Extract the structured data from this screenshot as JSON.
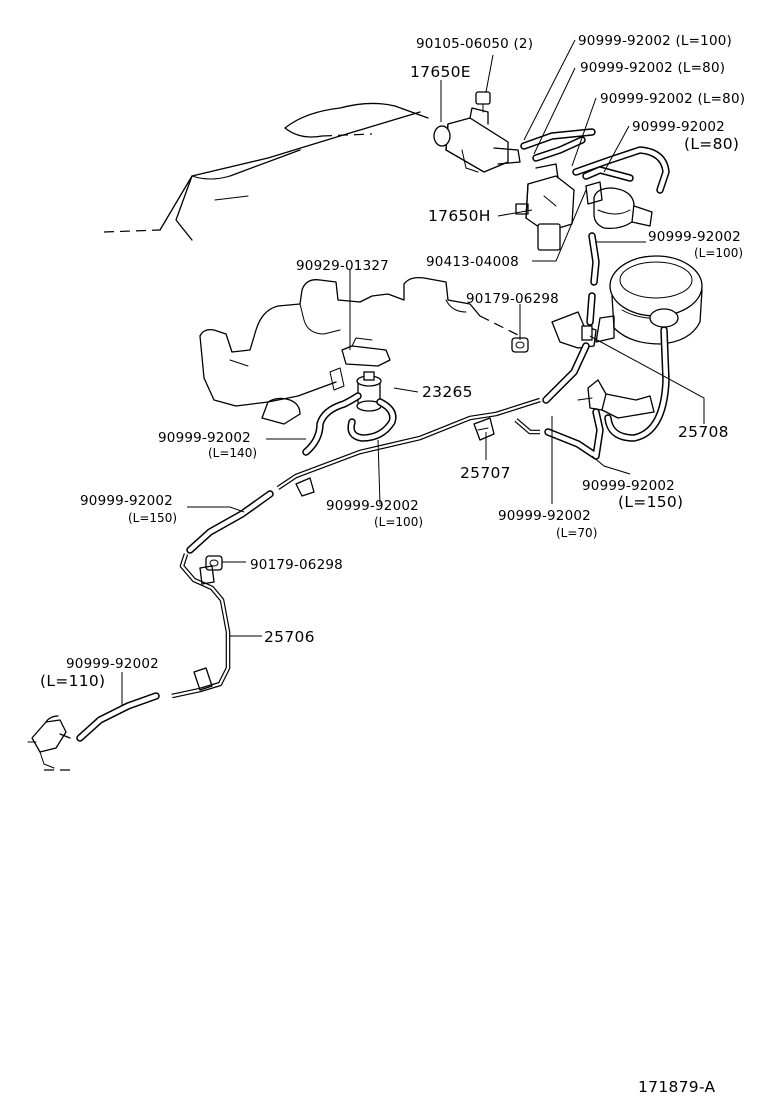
{
  "labels": {
    "p_90105_06050": "90105-06050 (2)",
    "p_17650E": "17650E",
    "p_hose_top_1": "90999-92002 (L=100)",
    "p_hose_top_2": "90999-92002 (L=80)",
    "p_hose_top_3": "90999-92002 (L=80)",
    "p_hose_top_4": "90999-92002",
    "p_hose_top_4_len": "(L=80)",
    "p_17650H": "17650H",
    "p_90413_04008": "90413-04008",
    "p_hose_right": "90999-92002",
    "p_hose_right_len": "(L=100)",
    "p_90929_01327": "90929-01327",
    "p_90179_06298_a": "90179-06298",
    "p_23265": "23265",
    "p_25708": "25708",
    "p_hose_left": "90999-92002",
    "p_hose_left_len": "(L=140)",
    "p_25707": "25707",
    "p_hose_150_r": "90999-92002",
    "p_hose_150_r_len": "(L=150)",
    "p_hose_150_l": "90999-92002",
    "p_hose_150_l_len": "(L=150)",
    "p_hose_100_c": "90999-92002",
    "p_hose_100_c_len": "(L=100)",
    "p_hose_70": "90999-92002",
    "p_hose_70_len": "(L=70)",
    "p_90179_06298_b": "90179-06298",
    "p_25706": "25706",
    "p_hose_110": "90999-92002",
    "p_hose_110_len": "(L=110)",
    "figure_id": "171879-A"
  }
}
